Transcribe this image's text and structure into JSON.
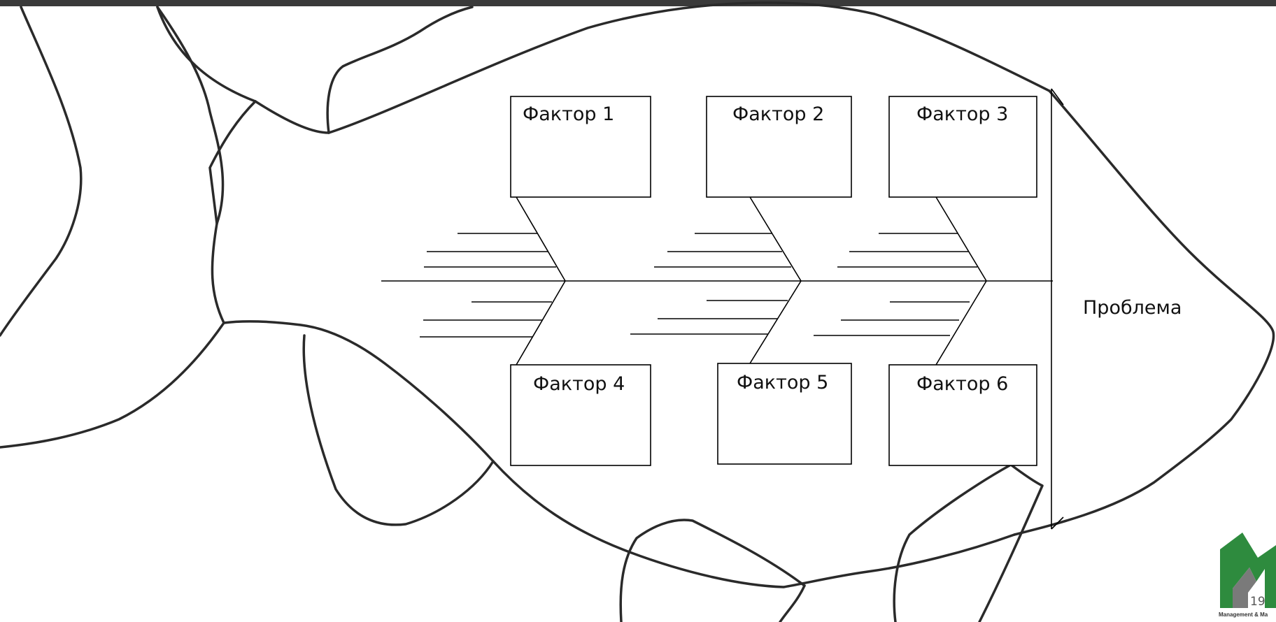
{
  "colors": {
    "top_bar": "#3a3a3a",
    "outline": "#2a2a2a",
    "bones": "#000000",
    "logo_green": "#2e8b3e",
    "logo_gray": "#7a7a7a"
  },
  "diagram": {
    "factors": [
      {
        "label": "Фактор 1"
      },
      {
        "label": "Фактор 2"
      },
      {
        "label": "Фактор 3"
      },
      {
        "label": "Фактор 4"
      },
      {
        "label": "Фактор 5"
      },
      {
        "label": "Фактор 6"
      }
    ],
    "problem_label": "Проблема"
  },
  "slide": {
    "page_number": "19",
    "logo_caption": "Management & Ma"
  }
}
